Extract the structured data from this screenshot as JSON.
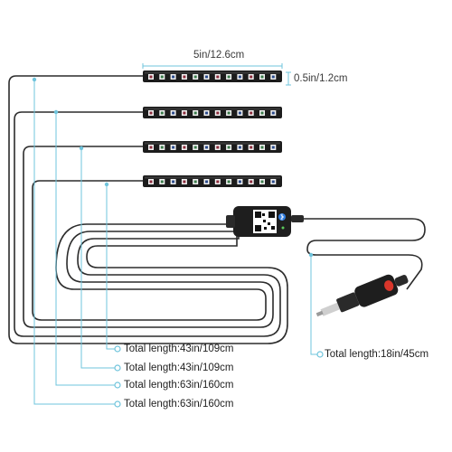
{
  "dimensions": {
    "strip_length": "5in/12.6cm",
    "strip_width": "0.5in/1.2cm"
  },
  "callouts": [
    "Total length:43in/109cm",
    "Total length:43in/109cm",
    "Total length:63in/160cm",
    "Total length:63in/160cm"
  ],
  "plug_callout": "Total length:18in/45cm",
  "colors": {
    "wire": "#2b2b2b",
    "leader": "#6fc4dc",
    "strip_body": "#1c1c1c",
    "plug_button": "#d9362b"
  },
  "icons": [
    "led-strip-icon",
    "control-box-icon",
    "qr-code-icon",
    "bluetooth-icon",
    "car-charger-plug-icon"
  ]
}
